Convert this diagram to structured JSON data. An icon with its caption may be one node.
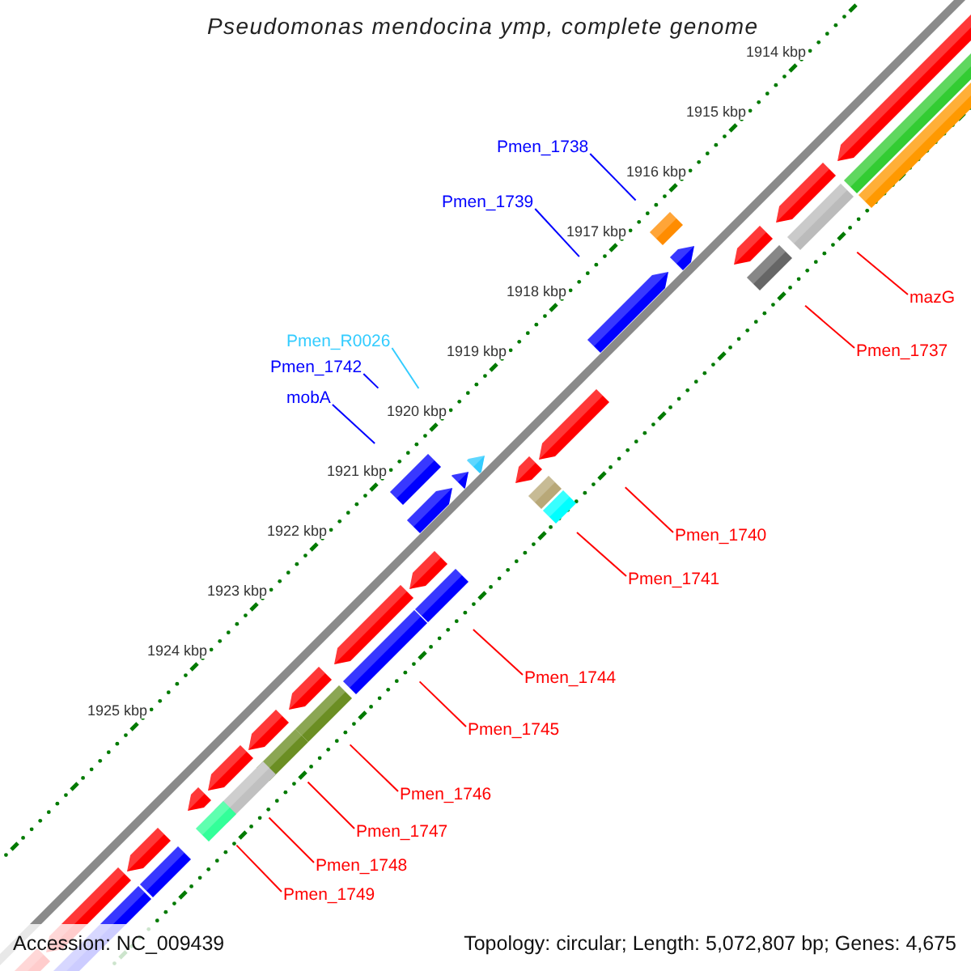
{
  "diagram": {
    "title": "Pseudomonas mendocina ymp, complete genome",
    "nodes": [
      {
        "text": [
          "Pmen_1738"
        ]
      },
      {
        "text": [
          "Pmen_1739"
        ]
      },
      {
        "text": [
          "mazG"
        ]
      },
      {
        "text": [
          "Pmen_R0026"
        ]
      },
      {
        "text": [
          "Pmen_1737"
        ]
      },
      {
        "text": [
          "Pmen_1742"
        ]
      },
      {
        "text": [
          "mobA"
        ]
      },
      {
        "text": [
          "Pmen_1740"
        ]
      },
      {
        "text": [
          "Pmen_1741"
        ]
      },
      {
        "text": [
          "Pmen_1744"
        ]
      },
      {
        "text": [
          "Pmen_1745"
        ]
      },
      {
        "text": [
          "Pmen_1746"
        ]
      },
      {
        "text": [
          "Pmen_1747"
        ]
      },
      {
        "text": [
          "Pmen_1748"
        ]
      },
      {
        "text": [
          "Pmen_1749"
        ]
      }
    ],
    "edges": [
      {
        "from": 0,
        "to": null,
        "arrow": "none",
        "color": "#0000ff"
      },
      {
        "from": 1,
        "to": null,
        "arrow": "none",
        "color": "#0000ff"
      },
      {
        "from": 2,
        "to": null,
        "arrow": "none"
      },
      {
        "from": 3,
        "to": null,
        "arrow": "none",
        "color": "#33ccff"
      },
      {
        "from": 4,
        "to": null,
        "arrow": "none"
      },
      {
        "from": 5,
        "to": null,
        "arrow": "none",
        "color": "#0000ff"
      },
      {
        "from": 6,
        "to": null,
        "arrow": "none",
        "color": "#0000ff"
      },
      {
        "from": 7,
        "to": null,
        "arrow": "none"
      },
      {
        "from": 8,
        "to": null,
        "arrow": "none"
      },
      {
        "from": 9,
        "to": null,
        "arrow": "none"
      },
      {
        "from": 10,
        "to": null,
        "arrow": "none"
      },
      {
        "from": 11,
        "to": null,
        "arrow": "none"
      },
      {
        "from": 12,
        "to": null,
        "arrow": "none"
      },
      {
        "from": 13,
        "to": null,
        "arrow": "none"
      },
      {
        "from": 14,
        "to": null,
        "arrow": "none"
      }
    ],
    "labels": [
      "1914 kbp",
      "1915 kbp",
      "1916 kbp",
      "1917 kbp",
      "1918 kbp",
      "1919 kbp",
      "1920 kbp",
      "1921 kbp",
      "1922 kbp",
      "1923 kbp",
      "1924 kbp",
      "1925 kbp",
      "Accession: NC_009439",
      "Topology: circular; Length: 5,072,807 bp; Genes: 4,675"
    ]
  }
}
